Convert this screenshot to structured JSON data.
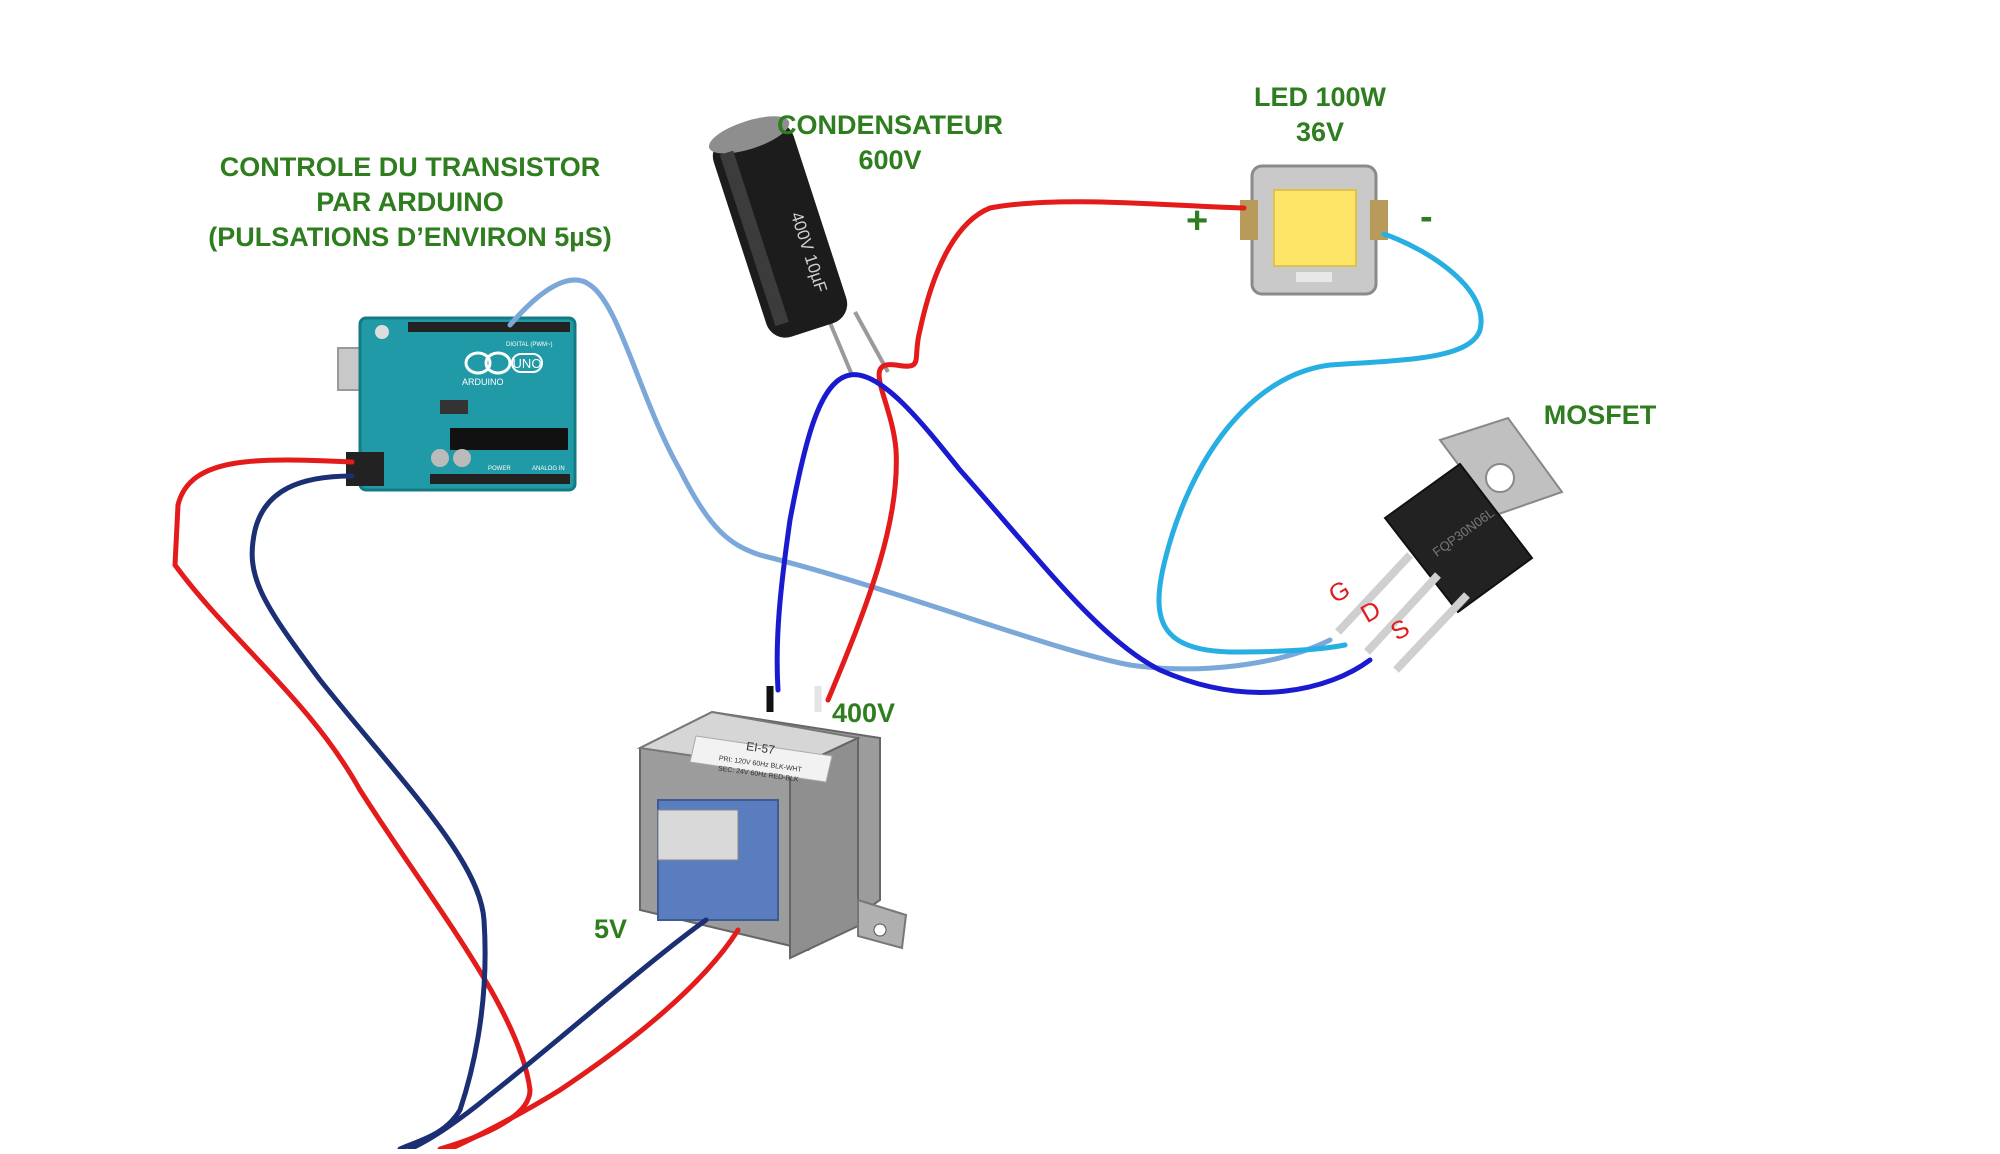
{
  "labels": {
    "arduino_line1": "CONTROLE DU TRANSISTOR",
    "arduino_line2": "PAR ARDUINO",
    "arduino_line3": "(PULSATIONS D’ENVIRON 5µS)",
    "capacitor_line1": "CONDENSATEUR",
    "capacitor_line2": "600V",
    "led_line1": "LED 100W",
    "led_line2": "36V",
    "mosfet": "MOSFET",
    "transformer_out": "400V",
    "transformer_in": "5V"
  },
  "led": {
    "plus": "+",
    "minus": "-"
  },
  "mosfet_pins": {
    "g": "G",
    "d": "D",
    "s": "S"
  },
  "arduino": {
    "logo": "UNO",
    "brand": "ARDUINO",
    "digital": "DIGITAL (PWM~)",
    "power": "POWER",
    "analog": "ANALOG IN"
  },
  "transformer": {
    "model": "EI-57",
    "pri": "PRI: 120V  60Hz  BLK-WHT",
    "sec": "SEC: 24V   60Hz  RED-BLK"
  },
  "capacitor": {
    "text": "400V 10µF"
  },
  "mosfet_part": {
    "text": "FQP30N06L"
  },
  "colors": {
    "red_wire": "#e31b1b",
    "dark_blue_wire": "#1b2f74",
    "blue_wire": "#1a1ad0",
    "light_blue_wire": "#7ba7d9",
    "cyan_wire": "#27aee3",
    "label_green": "#2e7d1e",
    "pin_red": "#e01b1b",
    "arduino_board": "#1f9aa6"
  }
}
